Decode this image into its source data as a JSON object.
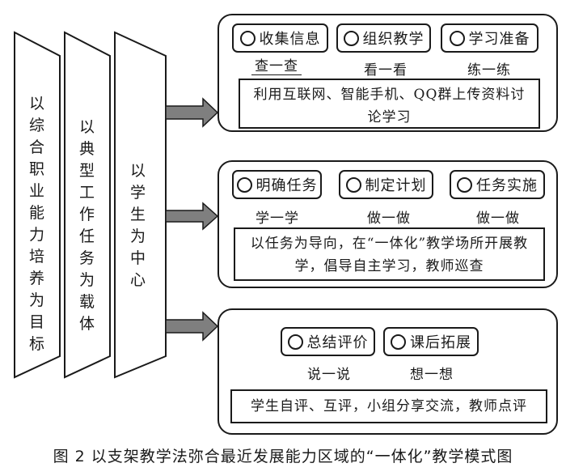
{
  "left_columns": [
    {
      "text": "以综合职业能力培养为目标"
    },
    {
      "text": "以典型工作任务为载体"
    },
    {
      "text": "以学生为中心"
    }
  ],
  "panels": [
    {
      "steps": [
        {
          "label": "收集信息",
          "caption": "查一查",
          "icon": "circle-icon"
        },
        {
          "label": "组织教学",
          "caption": "看一看",
          "icon": "circle-icon"
        },
        {
          "label": "学习准备",
          "caption": "练一练",
          "icon": "circle-icon"
        }
      ],
      "description": "利用互联网、智能手机、QQ群上传资料讨论学习"
    },
    {
      "steps": [
        {
          "label": "明确任务",
          "caption": "学一学",
          "icon": "circle-icon"
        },
        {
          "label": "制定计划",
          "caption": "做一做",
          "icon": "circle-icon"
        },
        {
          "label": "任务实施",
          "caption": "做一做",
          "icon": "circle-icon"
        }
      ],
      "description": "以任务为导向，在“一体化”教学场所开展教学，倡导自主学习，教师巡查"
    },
    {
      "steps": [
        {
          "label": "总结评价",
          "caption": "说一说",
          "icon": "circle-icon"
        },
        {
          "label": "课后拓展",
          "caption": "想一想",
          "icon": "circle-icon"
        }
      ],
      "description": "学生自评、互评，小组分享交流，教师点评"
    }
  ],
  "figure_caption": "图 2  以支架教学法弥合最近发展能力区域的“一体化”教学模式图",
  "colors": {
    "stroke": "#1a1a1a",
    "arrow_fill": "#7f7f7f"
  }
}
